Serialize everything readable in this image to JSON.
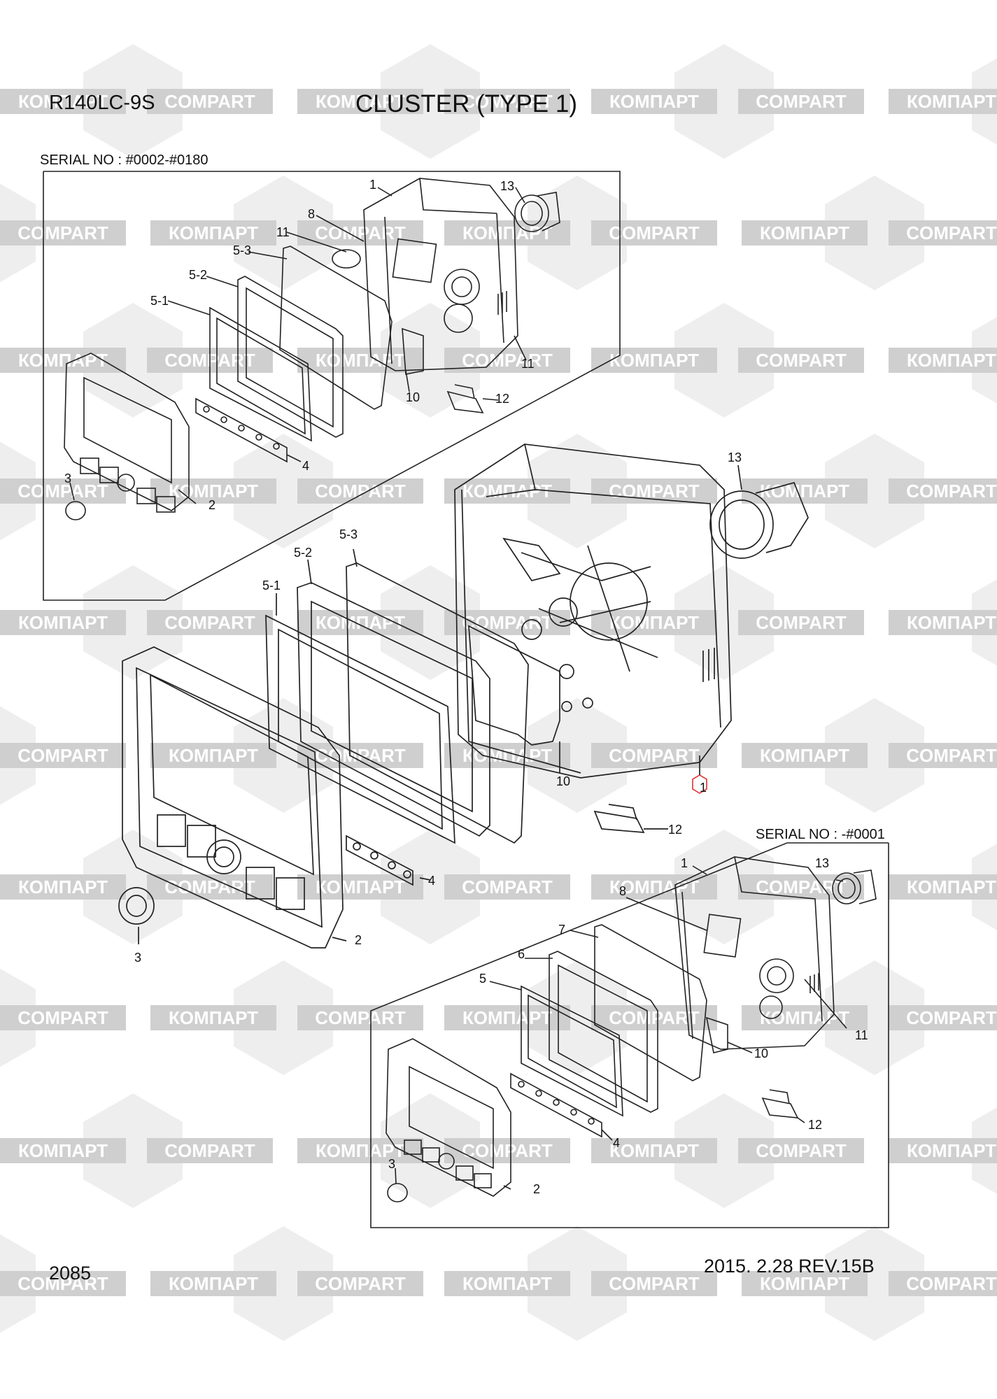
{
  "header": {
    "model": "R140LC-9S",
    "title": "CLUSTER (TYPE 1)"
  },
  "serial": {
    "top": "SERIAL NO : #0002-#0180",
    "bottom": "SERIAL NO : -#0001"
  },
  "watermark": {
    "texts": [
      "КОМПАРТ",
      "COMPART"
    ],
    "color": "#cfcfcf"
  },
  "callouts": {
    "top": [
      "1",
      "8",
      "11",
      "5-3",
      "5-2",
      "5-1",
      "13",
      "11",
      "10",
      "12",
      "4",
      "3",
      "2"
    ],
    "middle": [
      "13",
      "5-3",
      "5-2",
      "5-1",
      "10",
      "1",
      "12",
      "4",
      "2",
      "3"
    ],
    "bottom": [
      "1",
      "13",
      "8",
      "7",
      "6",
      "5",
      "11",
      "10",
      "12",
      "4",
      "3",
      "2"
    ]
  },
  "footer": {
    "page_number": "2085",
    "revision": "2015. 2.28  REV.15B"
  },
  "colors": {
    "line": "#222222",
    "highlight": "#e03030"
  }
}
